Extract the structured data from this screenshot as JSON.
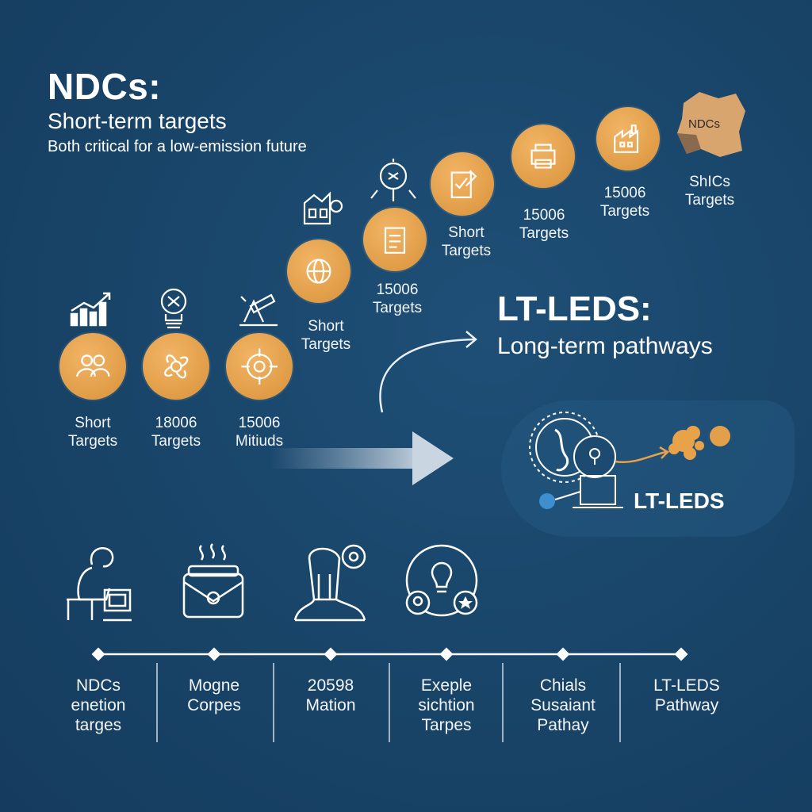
{
  "header": {
    "title": "NDCs:",
    "subtitle": "Short-term targets",
    "tagline": "Both critical for a low-emission future"
  },
  "lt_leds": {
    "title": "LT-LEDS:",
    "subtitle": "Long-term pathways",
    "badge": "LT-LEDS"
  },
  "steps": [
    {
      "line1": "Short",
      "line2": "Targets",
      "icon": "people-icon"
    },
    {
      "line1": "18006",
      "line2": "Targets",
      "icon": "fan-icon"
    },
    {
      "line1": "15006",
      "line2": "Mitiuds",
      "icon": "target-icon"
    },
    {
      "line1": "Short",
      "line2": "Targets",
      "icon": "globe-icon"
    },
    {
      "line1": "15006",
      "line2": "Targets",
      "icon": "document-icon"
    },
    {
      "line1": "Short",
      "line2": "Targets",
      "icon": "checklist-icon"
    },
    {
      "line1": "15006",
      "line2": "Targets",
      "icon": "printer-icon"
    },
    {
      "line1": "15006",
      "line2": "Targets",
      "icon": "factory-icon"
    },
    {
      "line1": "ShICs",
      "line2": "Targets",
      "icon": "map-icon",
      "map_label": "NDCs"
    }
  ],
  "timeline": [
    {
      "lines": [
        "NDCs",
        "enetion",
        "targes"
      ]
    },
    {
      "lines": [
        "Mogne",
        "Corpes"
      ]
    },
    {
      "lines": [
        "20598",
        "Mation"
      ]
    },
    {
      "lines": [
        "Exeple",
        "sichtion",
        "Tarpes"
      ]
    },
    {
      "lines": [
        "Chials",
        "Susaiant",
        "Pathay"
      ]
    },
    {
      "lines": [
        "LT-LEDS",
        "Pathway"
      ]
    }
  ],
  "colors": {
    "background": "#184468",
    "coin": "#e3a04b",
    "text": "#ffffff",
    "accent_blue": "#3d8fd0"
  }
}
